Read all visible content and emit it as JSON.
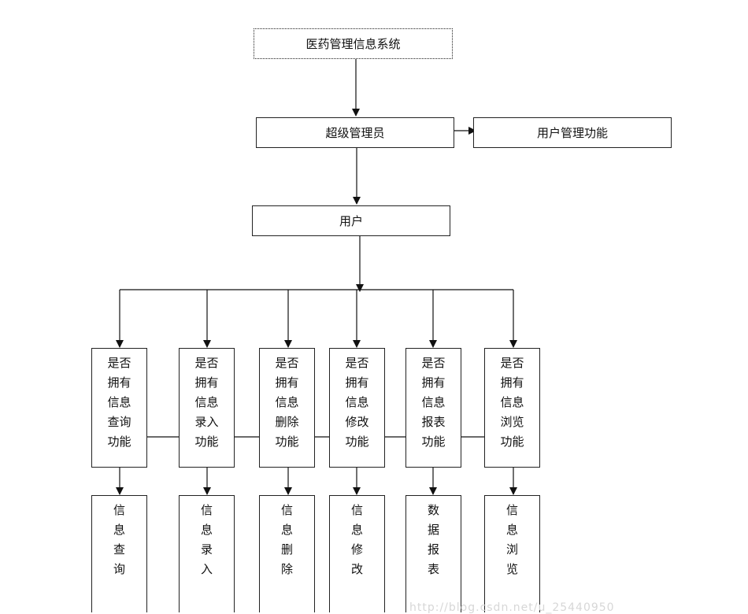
{
  "root": "医药管理信息系统",
  "admin": "超级管理员",
  "admin_function": "用户管理功能",
  "user": "用户",
  "permissions": [
    {
      "lines": [
        "是否",
        "拥有",
        "信息",
        "查询",
        "功能"
      ],
      "result": [
        "信",
        "息",
        "查",
        "询"
      ]
    },
    {
      "lines": [
        "是否",
        "拥有",
        "信息",
        "录入",
        "功能"
      ],
      "result": [
        "信",
        "息",
        "录",
        "入"
      ]
    },
    {
      "lines": [
        "是否",
        "拥有",
        "信息",
        "删除",
        "功能"
      ],
      "result": [
        "信",
        "息",
        "删",
        "除"
      ]
    },
    {
      "lines": [
        "是否",
        "拥有",
        "信息",
        "修改",
        "功能"
      ],
      "result": [
        "信",
        "息",
        "修",
        "改"
      ]
    },
    {
      "lines": [
        "是否",
        "拥有",
        "信息",
        "报表",
        "功能"
      ],
      "result": [
        "数",
        "据",
        "报",
        "表"
      ]
    },
    {
      "lines": [
        "是否",
        "拥有",
        "信息",
        "浏览",
        "功能"
      ],
      "result": [
        "信",
        "息",
        "浏",
        "览"
      ]
    }
  ],
  "watermark": "http://blog.csdn.net/u_25440950"
}
